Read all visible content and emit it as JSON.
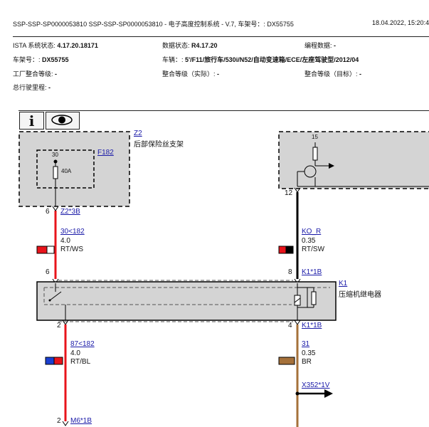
{
  "header": {
    "title": "SSP-SSP-SP0000053810 SSP-SSP-SP0000053810 - 电子高度控制系统 - V.7, 车架号：: DX55755",
    "timestamp": "18.04.2022, 15:20:4"
  },
  "info": {
    "ista_label": "ISTA 系统状态: ",
    "ista_value": "4.17.20.18171",
    "datastate_label": "数据状态: ",
    "datastate_value": "R4.17.20",
    "coding_label": "编程数据: ",
    "coding_value": "-",
    "vin_label": "车架号：: ",
    "vin_value": "DX55755",
    "vehicle_label": "车辆：: ",
    "vehicle_value": "5'/F11/旅行车/530i/N52/自动变速箱/ECE/左座驾驶型/2012/04",
    "factory_label": "工厂整合等级: ",
    "factory_value": "-",
    "actual_label": "整合等级（实际）: ",
    "actual_value": "-",
    "target_label": "整合等级（目标）: ",
    "target_value": "-",
    "mileage_label": "总行驶里程: ",
    "mileage_value": "-"
  },
  "toolbar": {
    "info_icon": "info-icon",
    "eye_icon": "eye-icon",
    "info_glyph": "i"
  },
  "diagram": {
    "z2": {
      "id": "Z2",
      "name": "后部保险丝支架"
    },
    "f182": {
      "id": "F182",
      "terminal": "30",
      "rating": "40A"
    },
    "pin_6_top": "6",
    "conn_z2": "Z2*3B",
    "wire1": {
      "id": "30<182",
      "size": "4.0",
      "color": "RT/WS"
    },
    "pin_6_relay": "6",
    "k1": {
      "id": "K1",
      "name": "压缩机继电器"
    },
    "pin_2_relay": "2",
    "wire2": {
      "id": "87<182",
      "size": "4.0",
      "color": "RT/BL"
    },
    "pin_2_bottom": "2",
    "conn_m6": "M6*1B",
    "right_module": {
      "pin15": "15",
      "pin12": "12"
    },
    "wire3": {
      "id": "KO_R",
      "size": "0.35",
      "color": "RT/SW"
    },
    "pin_8": "8",
    "conn_k1_top": "K1*1B",
    "pin_4": "4",
    "conn_k1_bottom": "K1*1B",
    "wire4": {
      "id": "31",
      "size": "0.35",
      "color": "BR"
    },
    "conn_x352": "X352*1V",
    "colors": {
      "red": "#e8141b",
      "black": "#000000",
      "brown": "#a5713a",
      "blue": "#1a3fd1",
      "white": "#ffffff"
    }
  }
}
